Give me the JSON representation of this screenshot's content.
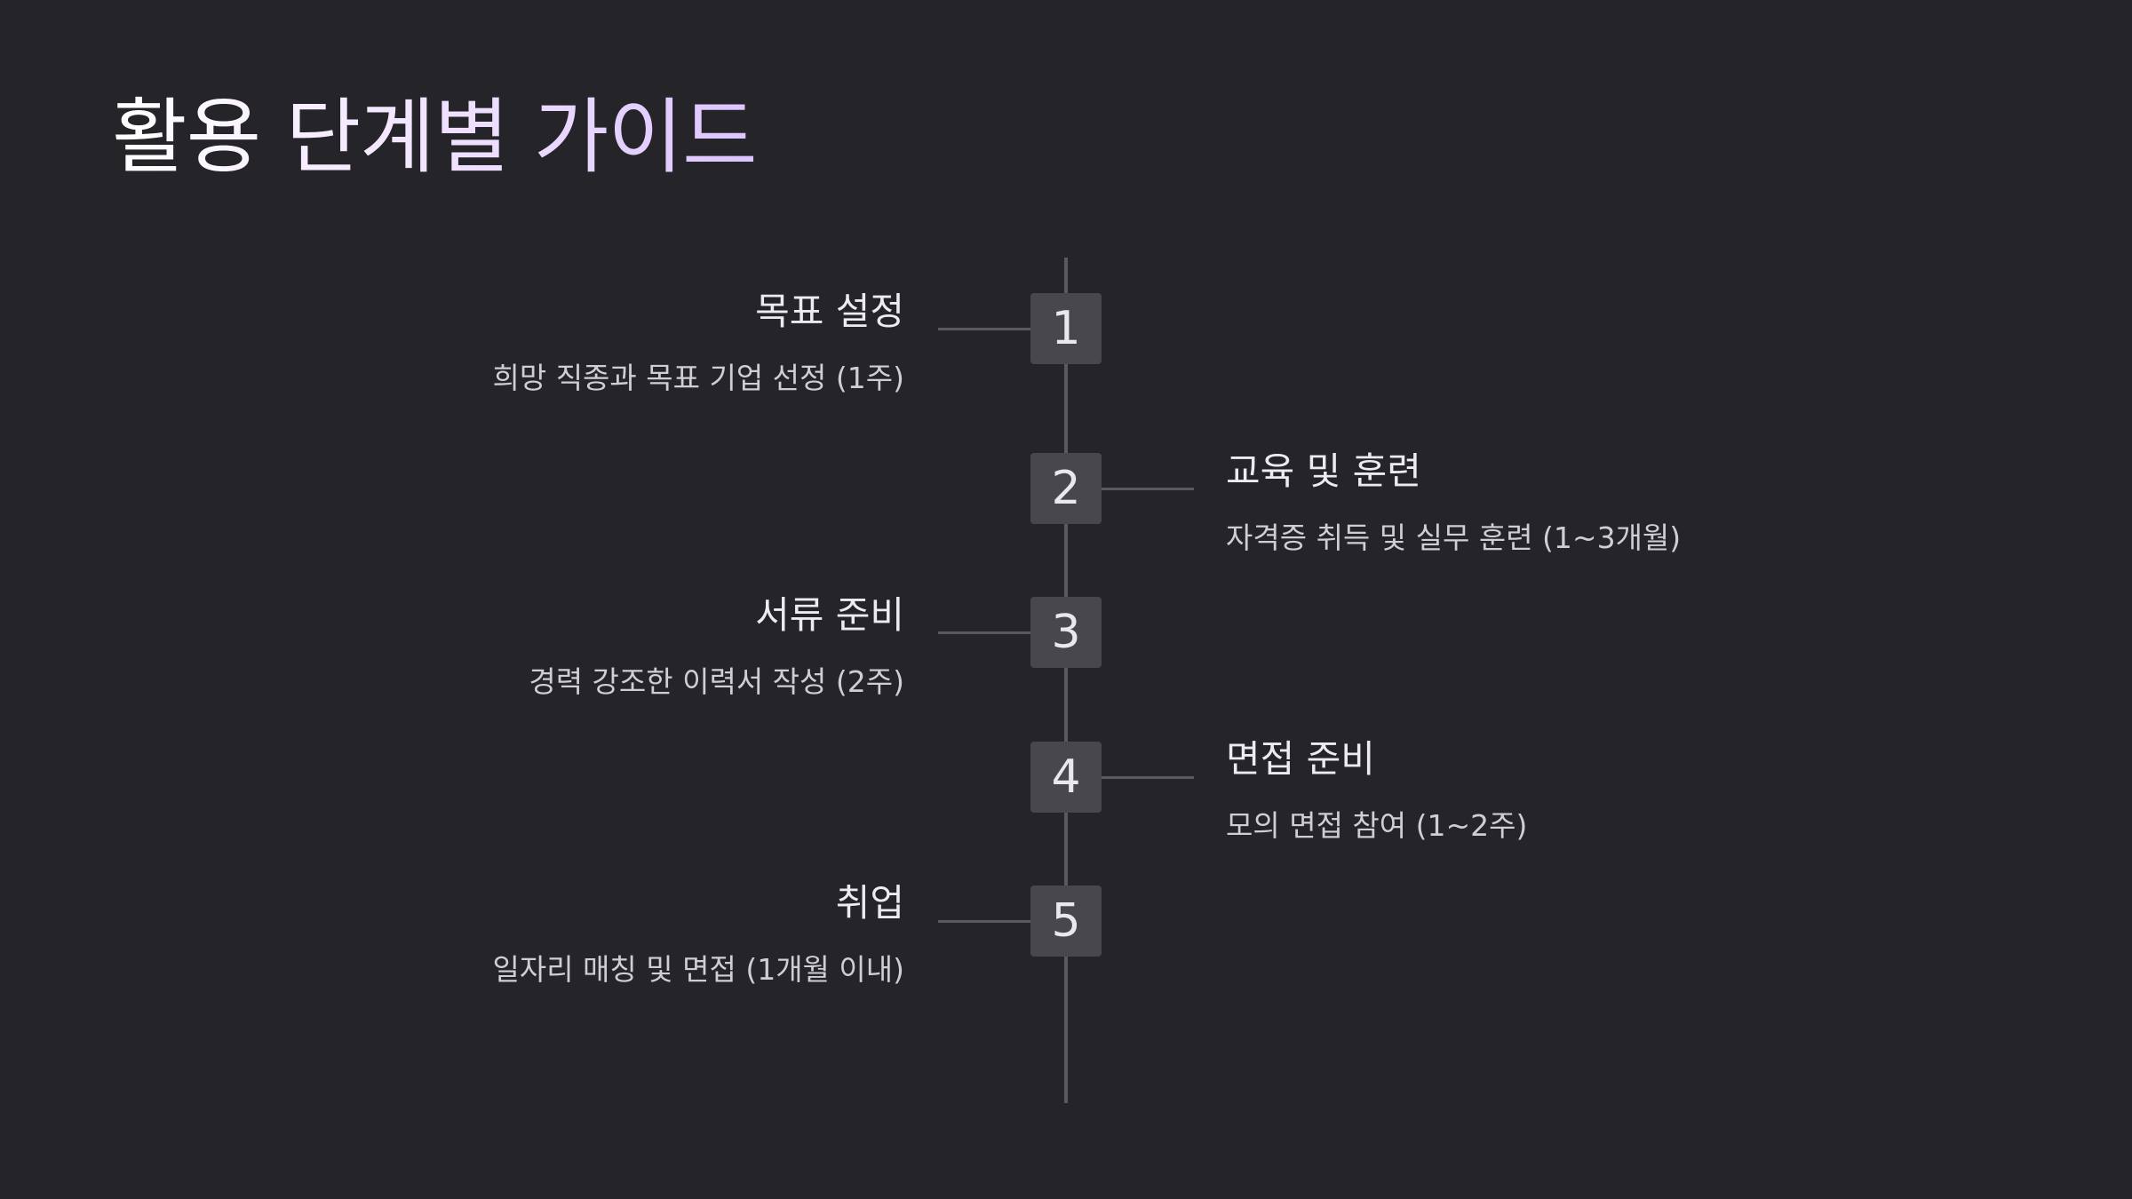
{
  "title": "활용 단계별 가이드",
  "steps": [
    {
      "number": "1",
      "title": "목표 설정",
      "description": "희망 직종과 목표 기업 선정 (1주)",
      "side": "left"
    },
    {
      "number": "2",
      "title": "교육 및 훈련",
      "description": "자격증 취득 및 실무 훈련 (1~3개월)",
      "side": "right"
    },
    {
      "number": "3",
      "title": "서류 준비",
      "description": "경력 강조한 이력서 작성 (2주)",
      "side": "left"
    },
    {
      "number": "4",
      "title": "면접 준비",
      "description": "모의 면접 참여 (1~2주)",
      "side": "right"
    },
    {
      "number": "5",
      "title": "취업",
      "description": "일자리 매칭 및 면접 (1개월 이내)",
      "side": "left"
    }
  ]
}
